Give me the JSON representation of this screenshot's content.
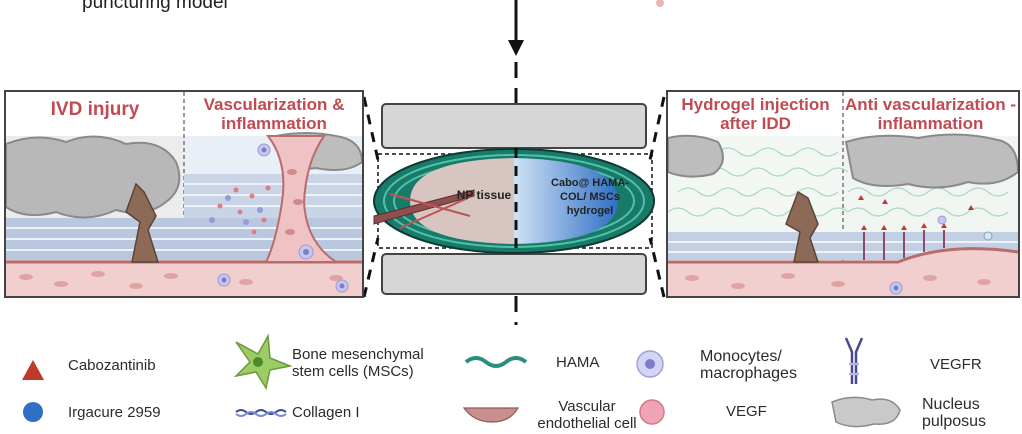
{
  "header": {
    "fragment": "puncturing model"
  },
  "left_panel": {
    "title_injury": "IVD injury",
    "title_vasc": "Vascularization & inflammation"
  },
  "center_panel": {
    "np_tissue": "NP tissue",
    "hydrogel": "Cabo@ HAMA-COL/ MSCs hydrogel"
  },
  "right_panel": {
    "title_injection": "Hydrogel injection after IDD",
    "title_anti": "Anti vascularization -inflammation"
  },
  "legend": {
    "cabozantinib": "Cabozantinib",
    "irgacure": "Irgacure 2959",
    "bmsc": "Bone mesenchymal stem cells (MSCs)",
    "collagen": "Collagen I",
    "hama": "HAMA",
    "vascular": "Vascular endothelial cell",
    "monocytes": "Monocytes/ macrophages",
    "vegf": "VEGF",
    "vegfr": "VEGFR",
    "nucleus": "Nucleus pulposus"
  },
  "colors": {
    "title_red": "#c24a52",
    "cabozantinib": "#c0392b",
    "irgacure": "#2f6fc4",
    "hama": "#2a8f7a",
    "vessel": "#c98f8f",
    "blue_band": "#b9c8df"
  }
}
